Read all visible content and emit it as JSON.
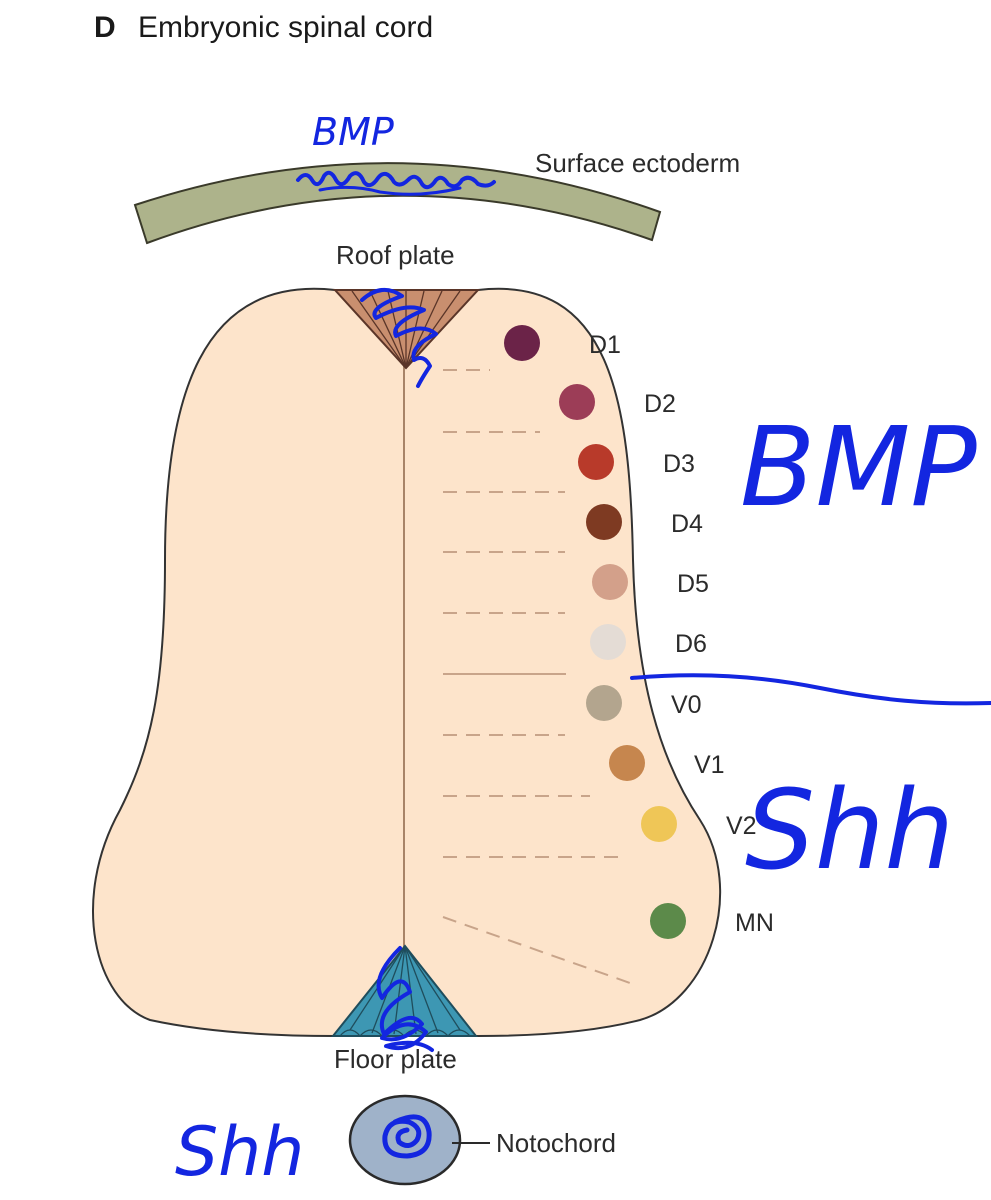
{
  "figure": {
    "panel_letter": "D",
    "title": "Embryonic spinal cord"
  },
  "labels": {
    "surface_ectoderm": "Surface ectoderm",
    "roof_plate": "Roof plate",
    "floor_plate": "Floor plate",
    "notochord": "Notochord"
  },
  "domains": [
    {
      "label": "D1",
      "color": "#6b2348"
    },
    {
      "label": "D2",
      "color": "#9c3d57"
    },
    {
      "label": "D3",
      "color": "#b83a2a"
    },
    {
      "label": "D4",
      "color": "#7e3a22"
    },
    {
      "label": "D5",
      "color": "#d3a08a"
    },
    {
      "label": "D6",
      "color": "#e4dcd5"
    },
    {
      "label": "V0",
      "color": "#b3a58e"
    },
    {
      "label": "V1",
      "color": "#c6864e"
    },
    {
      "label": "V2",
      "color": "#efc657"
    },
    {
      "label": "MN",
      "color": "#5c8a4a"
    }
  ],
  "annotations": {
    "bmp_top": "BMP",
    "bmp_side": "BMP",
    "shh_side": "Shh",
    "shh_bottom": "Shh"
  },
  "colors": {
    "tube_fill": "#fde4cb",
    "ectoderm_fill": "#adb38b",
    "roof_plate_fill": "#c98f6f",
    "floor_plate_fill": "#3d97b3",
    "notochord_fill": "#9fb2c9",
    "ink": "#1326e0"
  }
}
